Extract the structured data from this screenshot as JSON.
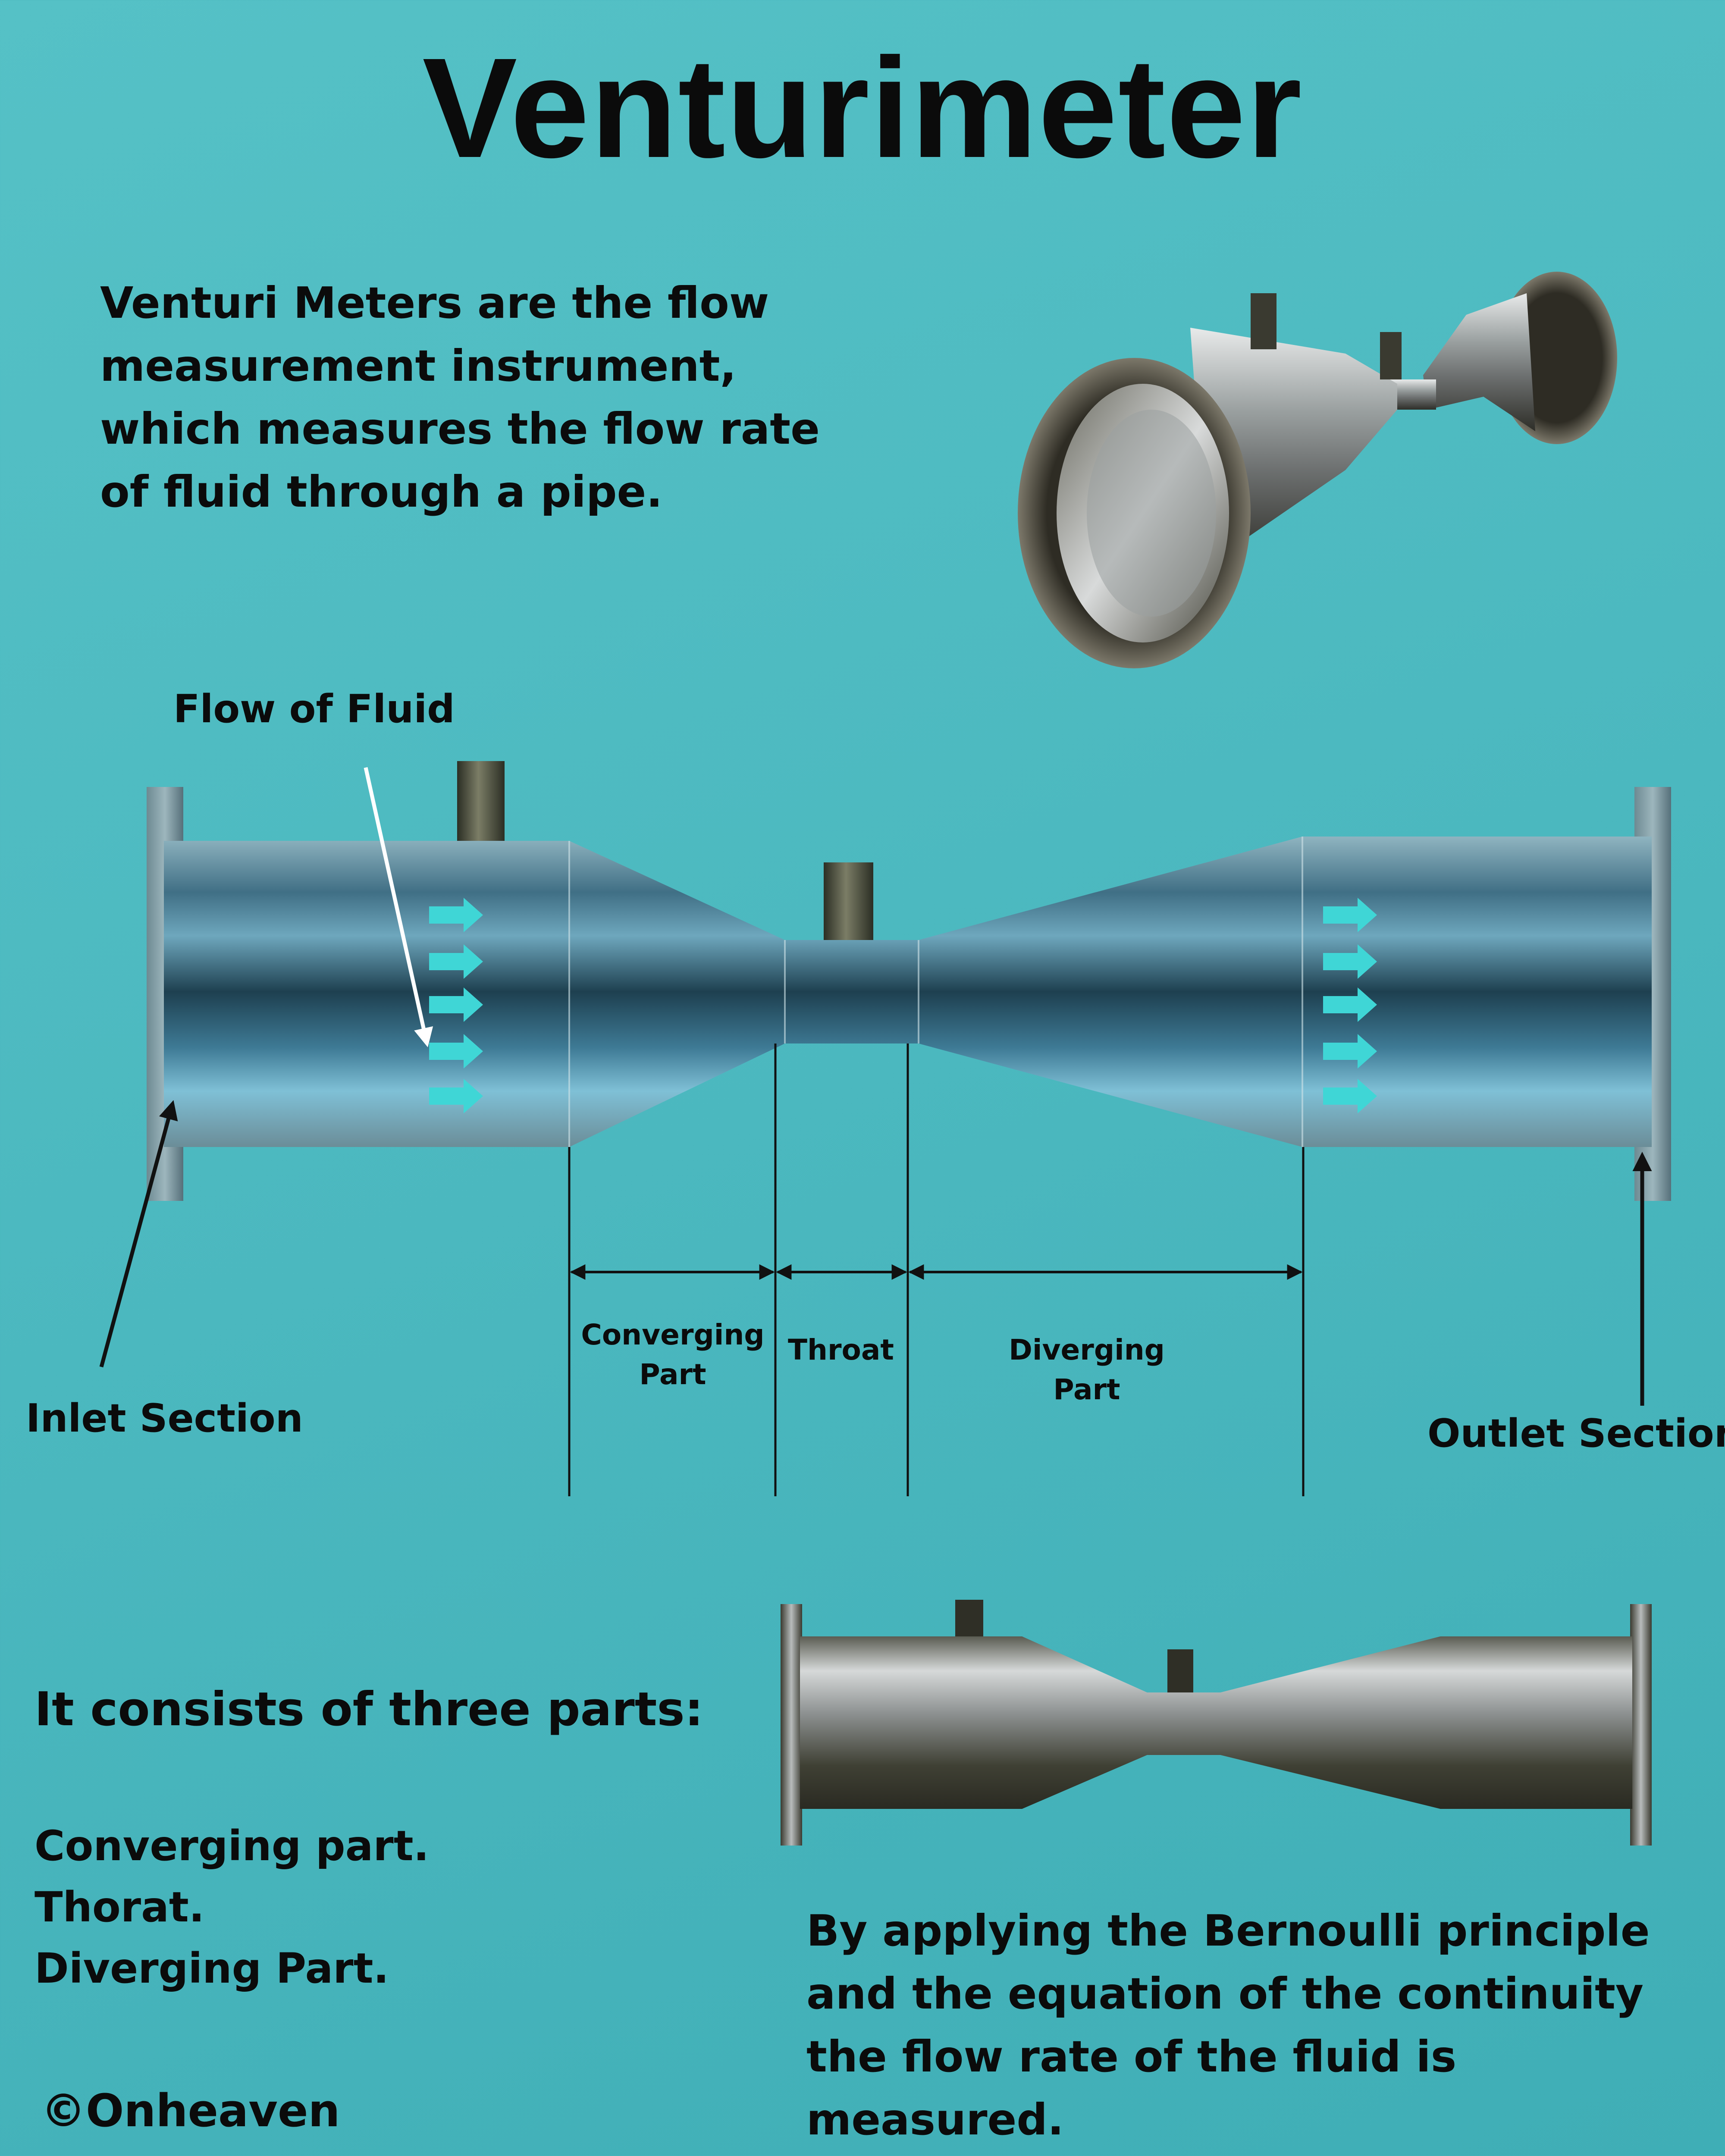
{
  "title": "Venturimeter",
  "intro": "Venturi Meters are the flow measurement instrument, which measures the flow rate of fluid through a pipe.",
  "labels": {
    "flow_of_fluid": "Flow of Fluid",
    "inlet_section": "Inlet Section",
    "outlet_section": "Outlet Section",
    "converging_part": "Converging Part",
    "throat": "Throat",
    "diverging_part": "Diverging Part"
  },
  "parts": {
    "heading": "It consists of three parts:",
    "items": [
      "Converging part.",
      "Thorat.",
      "Diverging Part."
    ]
  },
  "bernoulli": "By applying the Bernoulli principle and the equation of the continuity the flow rate of the fluid is measured.",
  "copyright": "©Onheaven",
  "colors": {
    "background": "#4bb8bf",
    "arrow_fill": "#3fd6d6",
    "metal_dark": "#3a3a30",
    "text": "#0b0b0b"
  }
}
